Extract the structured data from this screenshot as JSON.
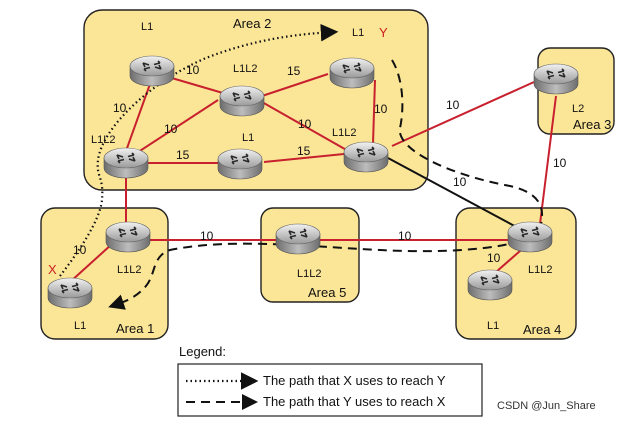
{
  "areas": [
    {
      "id": "area2",
      "label": "Area 2"
    },
    {
      "id": "area3",
      "label": "Area 3"
    },
    {
      "id": "area1",
      "label": "Area 1"
    },
    {
      "id": "area5",
      "label": "Area 5"
    },
    {
      "id": "area4",
      "label": "Area 4"
    }
  ],
  "router_levels": {
    "a2_top_left": "L1",
    "a2_top_center": "L1L2",
    "a2_top_right": "L1",
    "a2_mid": "L1",
    "a2_left_bottom": "L1L2",
    "a2_right_bottom": "L1L2",
    "a3": "L2",
    "a1_upper": "L1L2",
    "a1_lower": "L1",
    "a5": "L1L2",
    "a4_upper": "L1L2",
    "a4_lower": "L1"
  },
  "link_costs": {
    "a2_top_left_to_top_center": "10",
    "a2_top_center_to_top_right": "15",
    "a2_left_vertical": "10",
    "a2_left_to_top_center": "10",
    "a2_left_to_mid": "15",
    "a2_mid_to_right": "15",
    "a2_top_center_to_right": "10",
    "a2_top_right_to_right": "10",
    "a2_right_to_a3": "10",
    "a3_to_a4": "10",
    "a2_right_to_a4": "10",
    "a1_to_a5": "10",
    "a5_to_a4": "10",
    "a1_internal": "10",
    "a4_internal": "10"
  },
  "endpoints": {
    "x": "X",
    "y": "Y"
  },
  "legend": {
    "title": "Legend:",
    "x_to_y": "The path that X uses to reach Y",
    "y_to_x": "The path that Y uses to reach X"
  },
  "watermark": "CSDN @Jun_Share",
  "colors": {
    "area_fill": "#fbe597",
    "area_stroke": "#222222",
    "link": "#c8202e",
    "l2_link_black": "#111111",
    "endpoint_red": "#cc1f1f"
  }
}
